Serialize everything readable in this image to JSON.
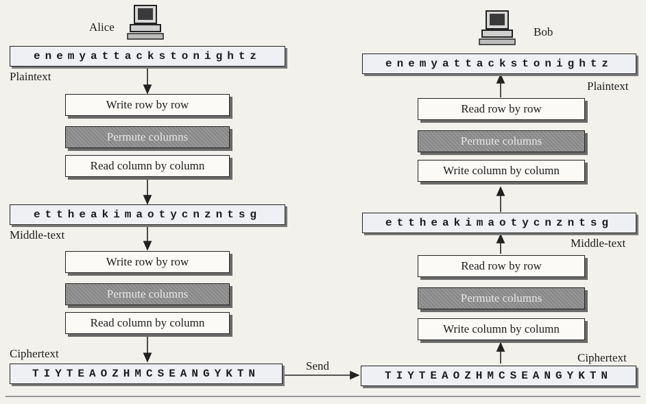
{
  "alice": {
    "name": "Alice",
    "plaintext": "enemyattackstonightz",
    "plaintext_label": "Plaintext",
    "steps1": [
      "Write row by row",
      "Permute columns",
      "Read column by column"
    ],
    "middle_text": "ettheakimaotycnzntsg",
    "middle_label": "Middle-text",
    "steps2": [
      "Write row by row",
      "Permute columns",
      "Read column by column"
    ],
    "ciphertext_label": "Ciphertext",
    "ciphertext": "TIYTEAOZHMCSEANGYKTN"
  },
  "send_label": "Send",
  "bob": {
    "name": "Bob",
    "plaintext": "enemyattackstonightz",
    "plaintext_label": "Plaintext",
    "steps_top": [
      "Read row by row",
      "Permute columns",
      "Write column by column"
    ],
    "middle_text": "ettheakimaotycnzntsg",
    "middle_label": "Middle-text",
    "steps_bottom": [
      "Read row by row",
      "Permute columns",
      "Write column by column"
    ],
    "ciphertext_label": "Ciphertext",
    "ciphertext": "TIYTEAOZHMCSEANGYKTN"
  },
  "colors": {
    "permute_fill": "#8d8d8d",
    "box_fill": "#fbfaf7",
    "ink": "#1c1c1c"
  },
  "icons": [
    "computer-icon"
  ]
}
